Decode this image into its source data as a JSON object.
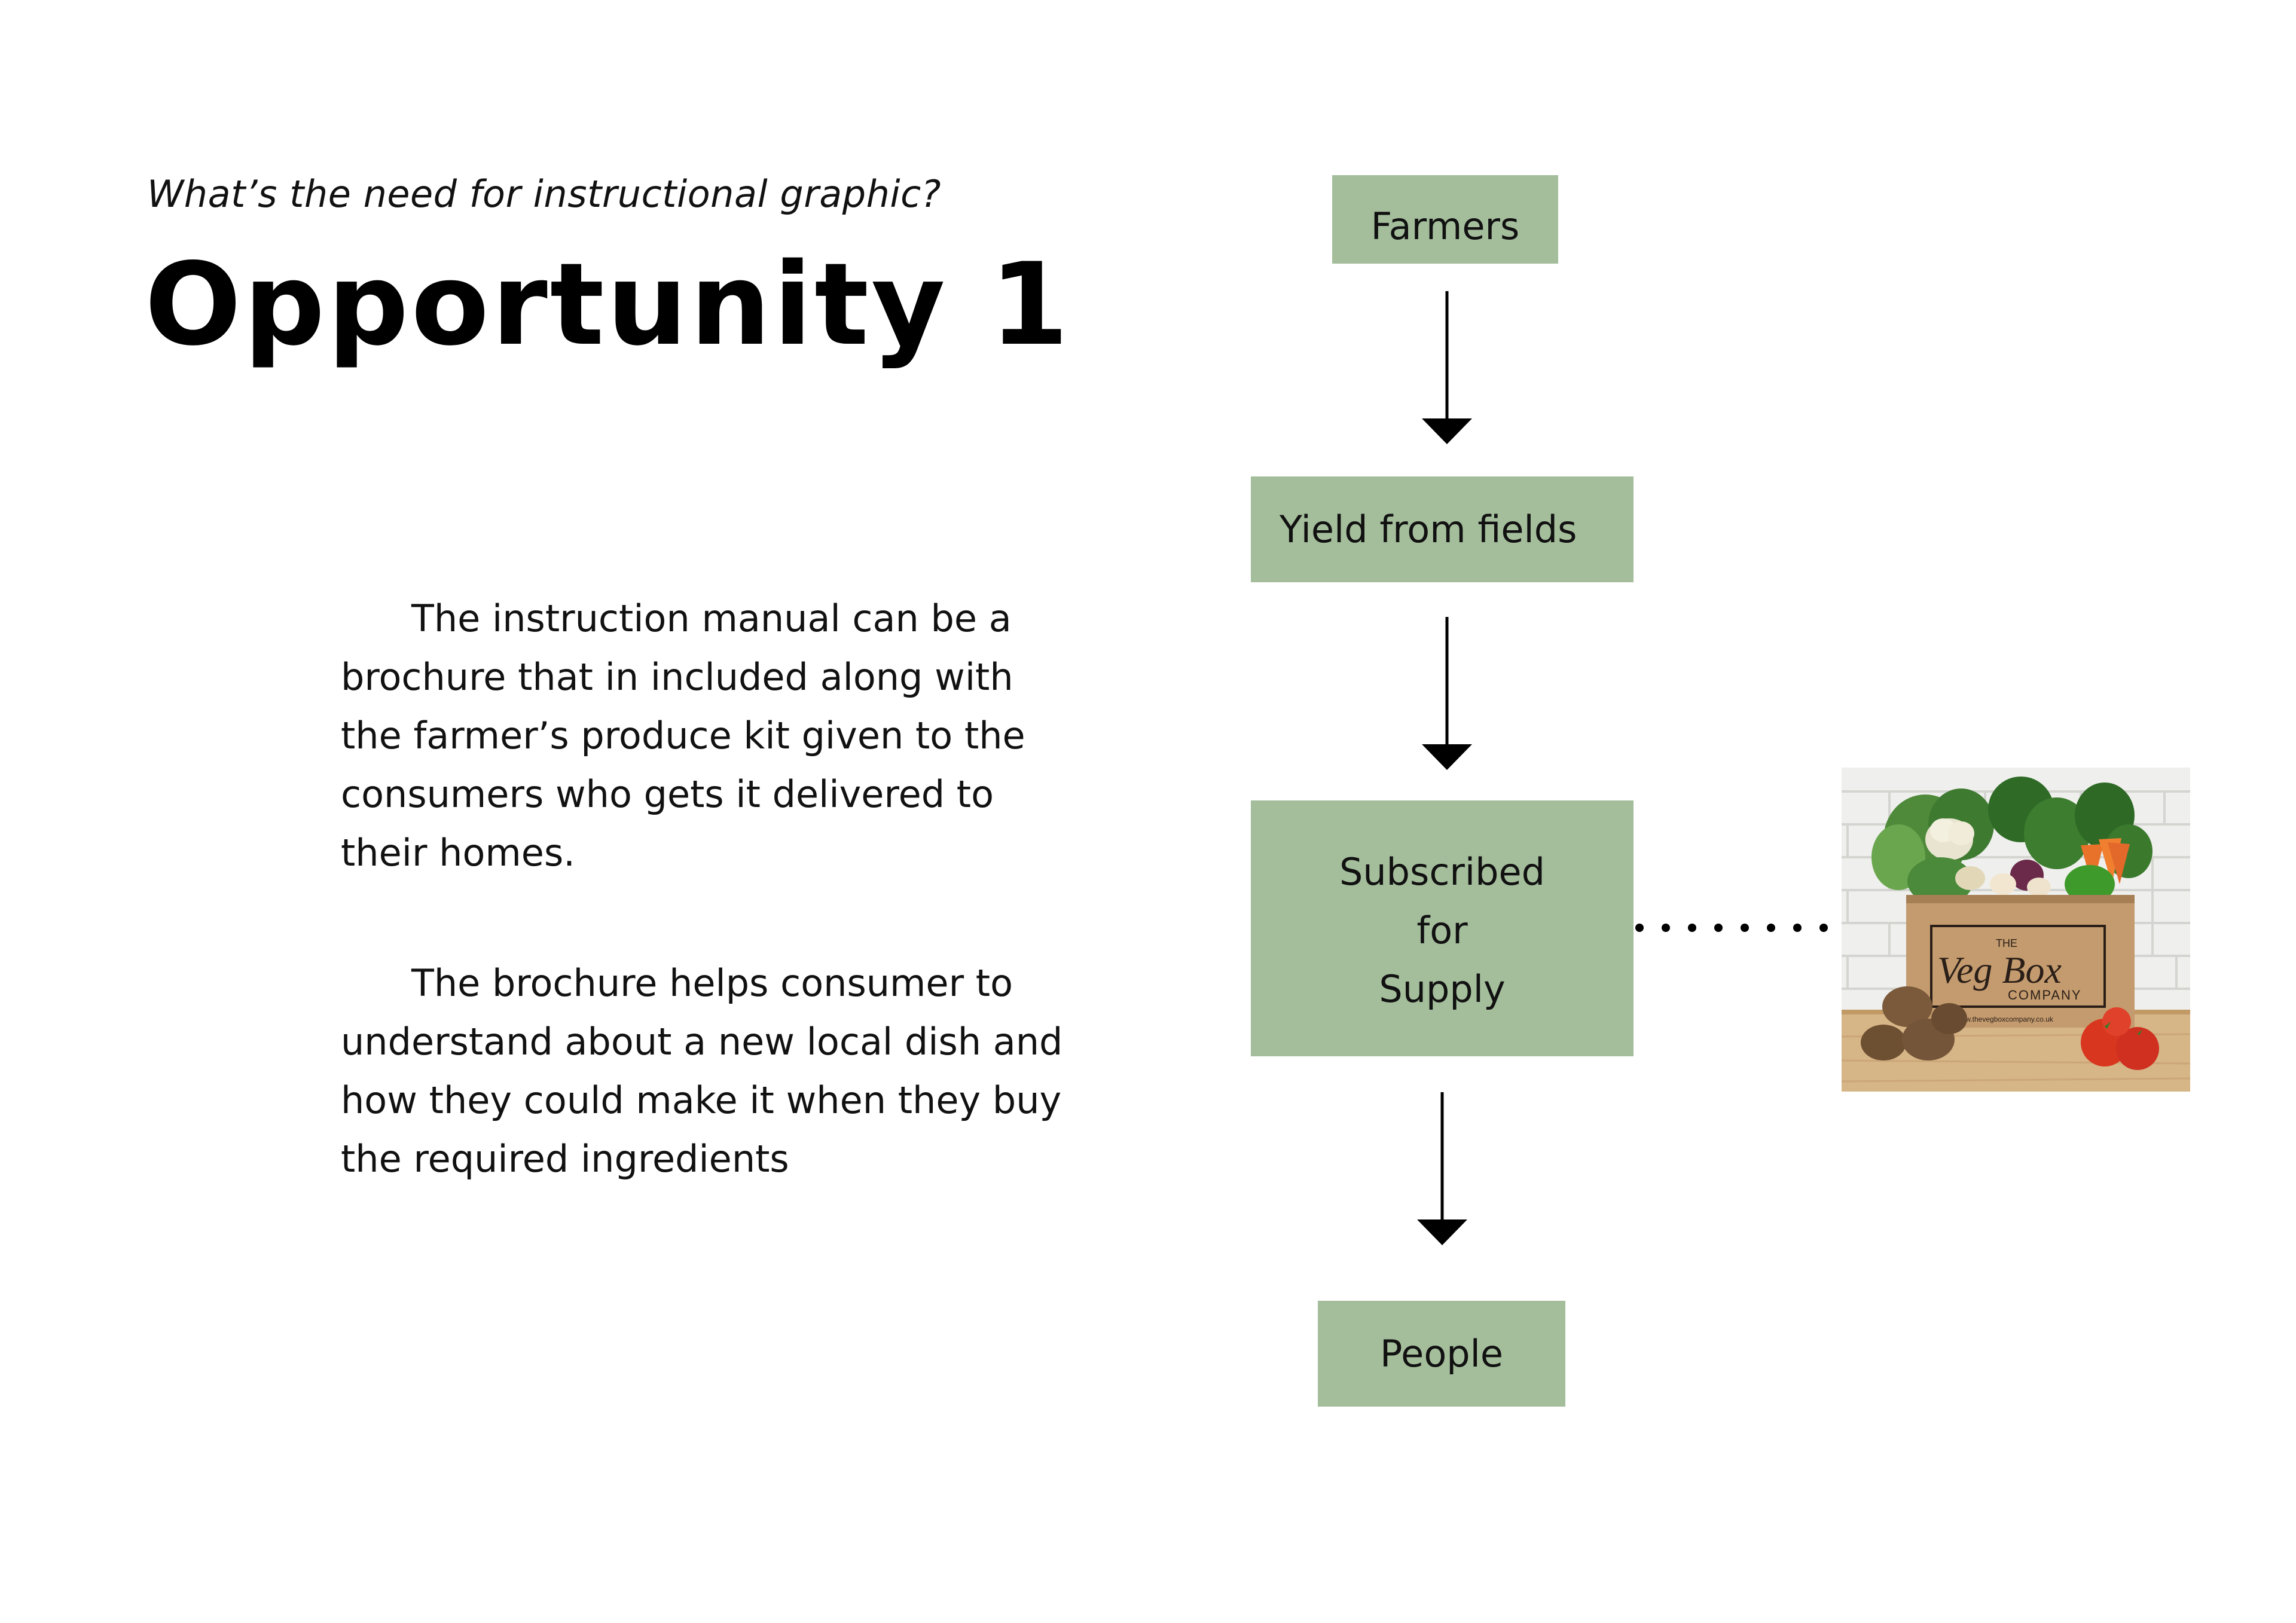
{
  "header": {
    "subtitle": "What’s the need for instructional graphic?",
    "title": "Opportunity 1"
  },
  "body": {
    "paragraph_1": "The instruction manual can be a brochure that in included along with the farmer’s produce kit given to the consumers who gets it delivered to their homes.",
    "paragraph_2": "The brochure helps consumer to understand about a new local dish and how they could make it when they buy the required ingredients"
  },
  "flow": {
    "step_1": "Farmers",
    "step_2": "Yield from fields",
    "step_3_lines": [
      "Subscribed",
      "for",
      "Supply"
    ],
    "step_4": "People"
  },
  "photo": {
    "box_brand_small": "THE",
    "box_brand_main": "Veg Box",
    "box_brand_sub": "COMPANY",
    "box_url": "www.thevegboxcompany.co.uk"
  },
  "colors": {
    "box_fill": "#a4be9c",
    "text": "#111111",
    "arrow": "#000000"
  }
}
